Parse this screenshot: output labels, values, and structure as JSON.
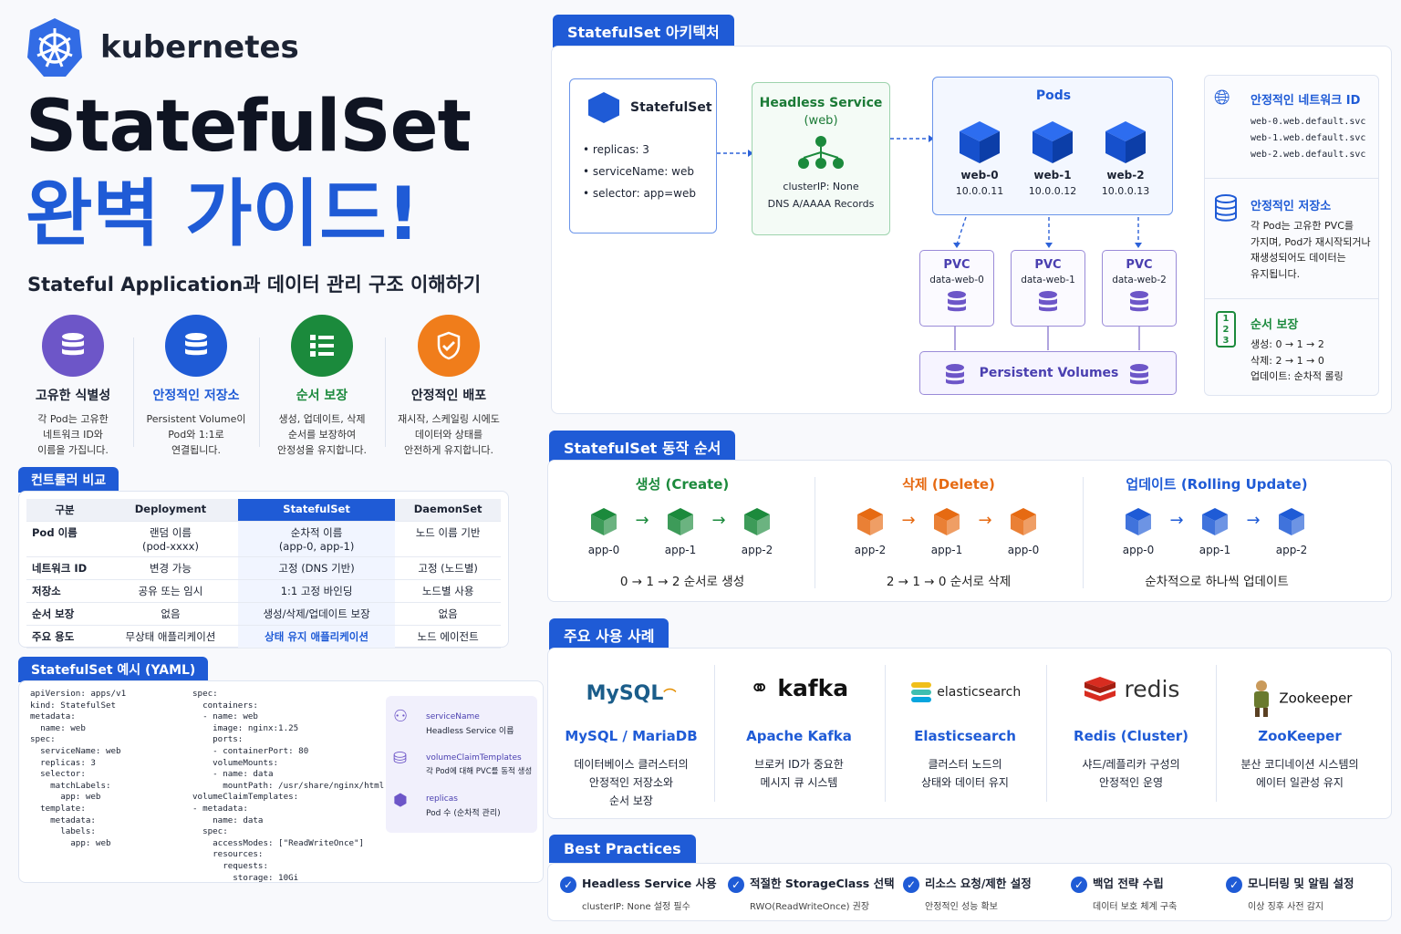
{
  "brand": "kubernetes",
  "title_line1": "StatefulSet",
  "title_line2": "완벽 가이드!",
  "subtitle": "Stateful Application과 데이터 관리 구조 이해하기",
  "features": [
    {
      "title": "고유한 식별성",
      "desc": [
        "각 Pod는 고유한",
        "네트워크 ID와",
        "이름을 가집니다."
      ],
      "color": "#6d56c8",
      "icon": "database-icon"
    },
    {
      "title": "안정적인 저장소",
      "desc": [
        "Persistent Volume이",
        "Pod와 1:1로",
        "연결됩니다."
      ],
      "color": "#1f5bd6",
      "icon": "database-icon"
    },
    {
      "title": "순서 보장",
      "desc": [
        "생성, 업데이트, 삭제",
        "순서를 보장하여",
        "안정성을 유지합니다."
      ],
      "color": "#1b8a3c",
      "icon": "list-icon"
    },
    {
      "title": "안정적인 배포",
      "desc": [
        "재시작, 스케일링 시에도",
        "데이터와 상태를",
        "안전하게 유지합니다."
      ],
      "color": "#f07d1b",
      "icon": "shield-check-icon"
    }
  ],
  "compare": {
    "tab": "컨트롤러 비교",
    "headers": [
      "구분",
      "Deployment",
      "StatefulSet",
      "DaemonSet"
    ],
    "rows": [
      [
        "Pod 이름",
        "랜덤 이름\n(pod-xxxx)",
        "순차적 이름\n(app-0, app-1)",
        "노드 이름 기반"
      ],
      [
        "네트워크 ID",
        "변경 가능",
        "고정 (DNS 기반)",
        "고정 (노드별)"
      ],
      [
        "저장소",
        "공유 또는 임시",
        "1:1 고정 바인딩",
        "노드별 사용"
      ],
      [
        "순서 보장",
        "없음",
        "생성/삭제/업데이트 보장",
        "없음"
      ],
      [
        "주요 용도",
        "무상태 애플리케이션",
        "상태 유지 애플리케이션",
        "노드 에이전트"
      ]
    ]
  },
  "yaml": {
    "tab": "StatefulSet 예시 (YAML)",
    "col1": "apiVersion: apps/v1\nkind: StatefulSet\nmetadata:\n  name: web\nspec:\n  serviceName: web\n  replicas: 3\n  selector:\n    matchLabels:\n      app: web\n  template:\n    metadata:\n      labels:\n        app: web",
    "col2": "spec:\n  containers:\n  - name: web\n    image: nginx:1.25\n    ports:\n    - containerPort: 80\n    volumeMounts:\n    - name: data\n      mountPath: /usr/share/nginx/html\nvolumeClaimTemplates:\n- metadata:\n    name: data\n  spec:\n    accessModes: [\"ReadWriteOnce\"]\n    resources:\n      requests:\n        storage: 10Gi",
    "notes": [
      {
        "title": "serviceName",
        "desc": "Headless Service 이름",
        "icon": "network-icon"
      },
      {
        "title": "volumeClaimTemplates",
        "desc": "각 Pod에 대해 PVC를 동적 생성",
        "icon": "database-icon"
      },
      {
        "title": "replicas",
        "desc": "Pod 수 (순차적 관리)",
        "icon": "cube-icon"
      }
    ]
  },
  "arch": {
    "tab": "StatefulSet 아키텍처",
    "sts_title": "StatefulSet",
    "sts_items": [
      "replicas:  3",
      "serviceName:  web",
      "selector:  app=web"
    ],
    "svc_title": "Headless Service",
    "svc_sub": "(web)",
    "svc_cluster": "clusterIP:  None",
    "svc_dns": "DNS A/AAAA Records",
    "pods_title": "Pods",
    "pods": [
      {
        "name": "web-0",
        "ip": "10.0.0.11"
      },
      {
        "name": "web-1",
        "ip": "10.0.0.12"
      },
      {
        "name": "web-2",
        "ip": "10.0.0.13"
      }
    ],
    "pvcs": [
      {
        "label": "PVC",
        "name": "data-web-0"
      },
      {
        "label": "PVC",
        "name": "data-web-1"
      },
      {
        "label": "PVC",
        "name": "data-web-2"
      }
    ],
    "pv": "Persistent Volumes",
    "info": [
      {
        "title": "안정적인 네트워크 ID",
        "lines": [
          "web-0.web.default.svc",
          "web-1.web.default.svc",
          "web-2.web.default.svc"
        ],
        "icon": "globe-icon"
      },
      {
        "title": "안정적인 저장소",
        "lines": [
          "각 Pod는 고유한 PVC를",
          "가지며, Pod가 재시작되거나",
          "재생성되어도 데이터는",
          "유지됩니다."
        ],
        "icon": "database-icon"
      },
      {
        "title": "순서 보장",
        "lines": [
          "생성:  0 → 1 → 2",
          "삭제:  2 → 1 → 0",
          "업데이트:  순차적 롤링"
        ],
        "icon": "numbered-list-icon"
      }
    ]
  },
  "ops": {
    "tab": "StatefulSet 동작 순서",
    "groups": [
      {
        "title": "생성 (Create)",
        "color": "#1b8a3c",
        "pods": [
          "app-0",
          "app-1",
          "app-2"
        ],
        "caption": "0 → 1 → 2 순서로 생성"
      },
      {
        "title": "삭제 (Delete)",
        "color": "#e66a12",
        "pods": [
          "app-2",
          "app-1",
          "app-0"
        ],
        "caption": "2 → 1 → 0 순서로 삭제"
      },
      {
        "title": "업데이트 (Rolling Update)",
        "color": "#1f5bd6",
        "pods": [
          "app-0",
          "app-1",
          "app-2"
        ],
        "caption": "순차적으로 하나씩 업데이트"
      }
    ]
  },
  "usecases": {
    "tab": "주요 사용 사례",
    "items": [
      {
        "logo": "MySQL",
        "title": "MySQL / MariaDB",
        "desc": [
          "데이터베이스 클러스터의",
          "안정적인 저장소와",
          "순서 보장"
        ]
      },
      {
        "logo": "kafka",
        "title": "Apache Kafka",
        "desc": [
          "브로커 ID가 중요한",
          "메시지 큐 시스템"
        ]
      },
      {
        "logo": "elasticsearch",
        "title": "Elasticsearch",
        "desc": [
          "클러스터 노드의",
          "상태와 데이터 유지"
        ]
      },
      {
        "logo": "redis",
        "title": "Redis (Cluster)",
        "desc": [
          "샤드/레플리카 구성의",
          "안정적인 운영"
        ]
      },
      {
        "logo": "Zookeeper",
        "title": "ZooKeeper",
        "desc": [
          "분산 코디네이션 시스템의",
          "에이터 일관성 유지"
        ]
      }
    ]
  },
  "best": {
    "tab": "Best Practices",
    "items": [
      {
        "title": "Headless Service 사용",
        "desc": "clusterIP: None 설정 필수"
      },
      {
        "title": "적절한 StorageClass 선택",
        "desc": "RWO(ReadWriteOnce) 권장"
      },
      {
        "title": "리소스 요청/제한 설정",
        "desc": "안정적인 성능 확보"
      },
      {
        "title": "백업 전략 수립",
        "desc": "데이터 보호 체계 구축"
      },
      {
        "title": "모니터링 및 알림 설정",
        "desc": "이상 징후 사전 감지"
      }
    ]
  }
}
